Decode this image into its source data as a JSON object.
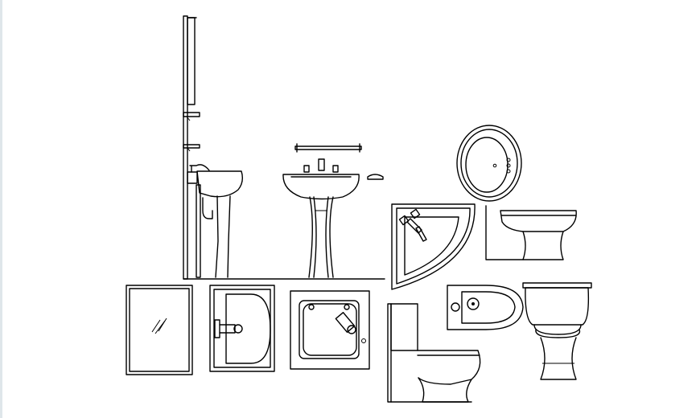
{
  "drawing": {
    "background": "#ffffff",
    "line_color": "#000000",
    "left_border_color": "#dfe6ea",
    "symbols": [
      "wall-shelf-elevation",
      "pedestal-sink-side-elevation",
      "pedestal-sink-front-elevation",
      "towel-bar",
      "soap-dish",
      "oval-basin-plan",
      "corner-sink-plan",
      "toilet-bowl-side-elevation",
      "mirror-plan",
      "rectangular-sink-plan",
      "square-sink-plan",
      "toilet-side-elevation",
      "bidet-plan",
      "toilet-front-elevation"
    ]
  }
}
